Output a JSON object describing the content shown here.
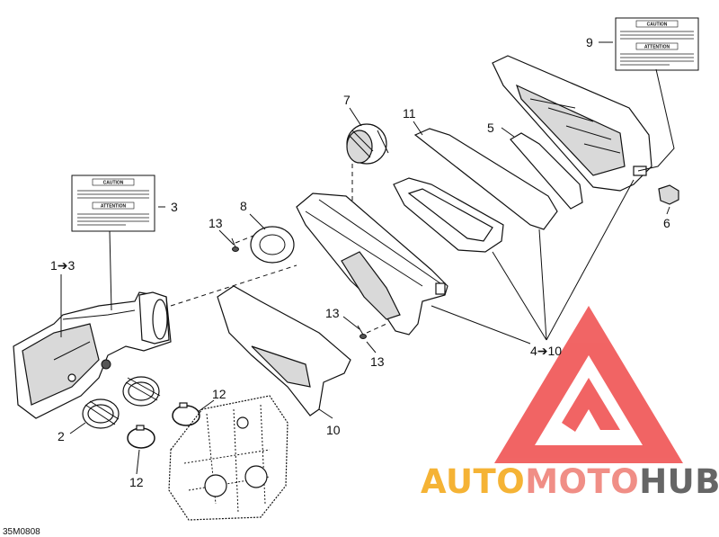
{
  "diagram": {
    "reference_code": "35M0808",
    "callouts": [
      {
        "id": "c1",
        "text": "1➔3"
      },
      {
        "id": "c2",
        "text": "2"
      },
      {
        "id": "c3",
        "text": "3"
      },
      {
        "id": "c4",
        "text": "4➔10"
      },
      {
        "id": "c5",
        "text": "5"
      },
      {
        "id": "c6",
        "text": "6"
      },
      {
        "id": "c7",
        "text": "7"
      },
      {
        "id": "c8",
        "text": "8"
      },
      {
        "id": "c9",
        "text": "9"
      },
      {
        "id": "c10",
        "text": "10"
      },
      {
        "id": "c11",
        "text": "11"
      },
      {
        "id": "c12a",
        "text": "12"
      },
      {
        "id": "c12b",
        "text": "12"
      },
      {
        "id": "c13a",
        "text": "13"
      },
      {
        "id": "c13b",
        "text": "13"
      },
      {
        "id": "c13c",
        "text": "13"
      }
    ],
    "labels": {
      "caution": "CAUTION",
      "attention": "ATTENTION"
    }
  },
  "watermark": {
    "brand_part1": "AUTO",
    "brand_part2": "MOTO",
    "brand_part3": "HUB",
    "colors": {
      "triangle": "#ef4a4a",
      "auto": "#f5b335",
      "moto": "#f08e86",
      "hub": "#666666"
    }
  }
}
